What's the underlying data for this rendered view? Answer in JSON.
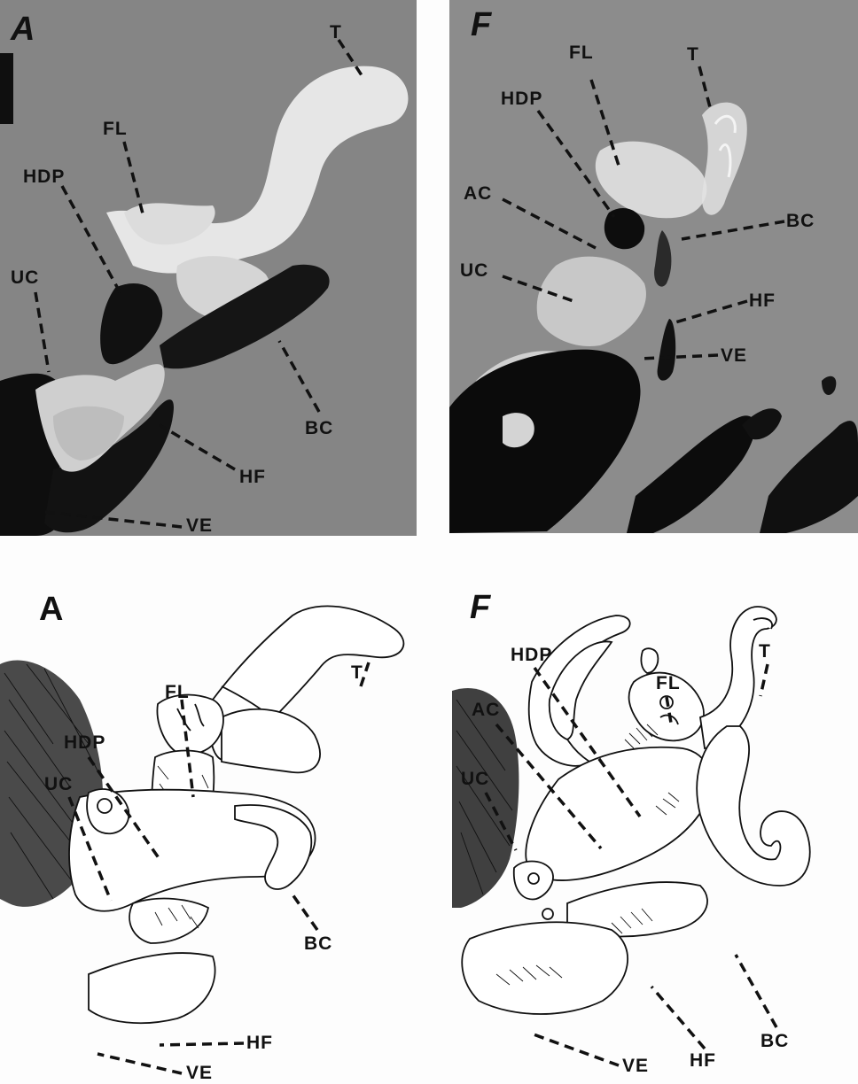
{
  "figure": {
    "panels": [
      {
        "id": "photo-a",
        "letter": "A",
        "labels": [
          "T",
          "FL",
          "HDP",
          "UC",
          "BC",
          "HF",
          "VE"
        ]
      },
      {
        "id": "photo-f",
        "letter": "F",
        "labels": [
          "FL",
          "T",
          "HDP",
          "AC",
          "BC",
          "UC",
          "HF",
          "VE"
        ]
      },
      {
        "id": "drawing-a",
        "letter": "A",
        "labels": [
          "T",
          "FL",
          "HDP",
          "UC",
          "BC",
          "HF",
          "VE"
        ]
      },
      {
        "id": "drawing-f",
        "letter": "F",
        "labels": [
          "HDP",
          "FL",
          "T",
          "AC",
          "UC",
          "BC",
          "VE",
          "HF"
        ]
      }
    ]
  }
}
